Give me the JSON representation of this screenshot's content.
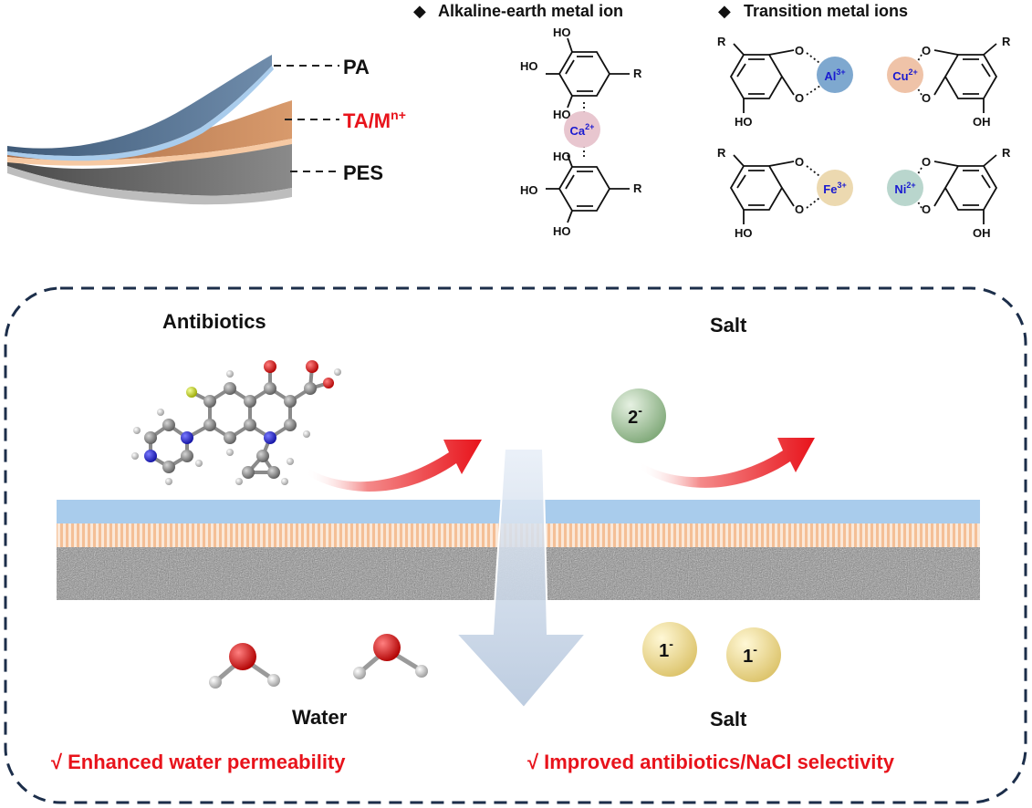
{
  "layers": {
    "pa": "PA",
    "ta_base": "TA/M",
    "ta_sup": "n+",
    "pes": "PES"
  },
  "legend": {
    "alkaline": "Alkaline-earth metal ion",
    "transition": "Transition metal ions",
    "bullet": "◆"
  },
  "chem": {
    "oh": "OH",
    "ho": "HO",
    "o": "O",
    "r": "R",
    "ions": [
      {
        "el": "Ca",
        "charge": "2+",
        "color": "#e8c6cf"
      },
      {
        "el": "Al",
        "charge": "3+",
        "color": "#7ea8cf"
      },
      {
        "el": "Cu",
        "charge": "2+",
        "color": "#efc3a8"
      },
      {
        "el": "Fe",
        "charge": "3+",
        "color": "#ecd9b0"
      },
      {
        "el": "Ni",
        "charge": "2+",
        "color": "#b9d6cd"
      }
    ]
  },
  "panel": {
    "antibiotics": "Antibiotics",
    "salt_top": "Salt",
    "salt_top_ion": {
      "num": "2",
      "sup": "-"
    },
    "water": "Water",
    "salt_bottom": "Salt",
    "salt_bottom_ion": {
      "num": "1",
      "sup": "-"
    },
    "check": "√",
    "enhanced": "Enhanced water permeability",
    "improved": "Improved antibiotics/NaCl selectivity"
  },
  "colors": {
    "red_text": "#e8131b",
    "pa_layer": "#a9ccec",
    "ta_layer": "#f3c29a",
    "frame": "#1c2e4a",
    "salt2": "#8fb68a",
    "salt1": "#eed98a"
  }
}
